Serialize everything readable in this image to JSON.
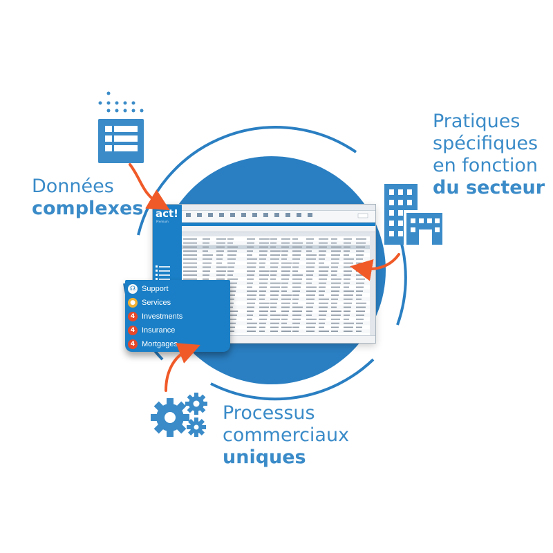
{
  "labels": {
    "donnees_line1": "Données",
    "donnees_line2": "complexes",
    "pratiques_line1": "Pratiques",
    "pratiques_line2": "spécifiques",
    "pratiques_line3": "en fonction",
    "pratiques_line4": "du secteur",
    "processus_line1": "Processus",
    "processus_line2": "commerciaux",
    "processus_line3": "uniques"
  },
  "app": {
    "logo": "act!",
    "logo_sub": "Premium"
  },
  "menu": {
    "items": [
      {
        "label": "Support",
        "icon": "headset-icon"
      },
      {
        "label": "Services",
        "icon": "person-icon"
      },
      {
        "label": "Investments",
        "icon": "four-logo-icon"
      },
      {
        "label": "Insurance",
        "icon": "four-logo-icon"
      },
      {
        "label": "Mortgages",
        "icon": "four-logo-icon"
      }
    ]
  },
  "colors": {
    "brand_blue": "#3a8bc8",
    "ring_blue": "#2a7fc2",
    "arrow_orange": "#f05a28",
    "menu_blue": "#1a7fc6"
  }
}
